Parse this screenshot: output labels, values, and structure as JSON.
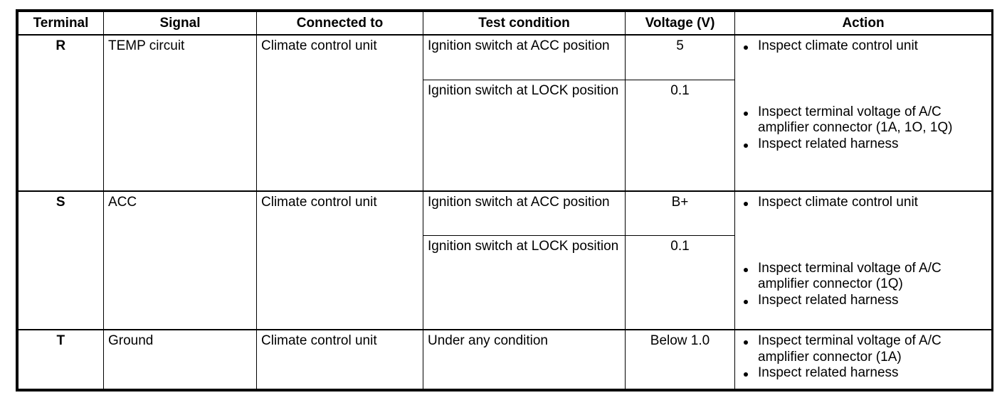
{
  "table": {
    "columns": [
      {
        "key": "terminal",
        "label": "Terminal"
      },
      {
        "key": "signal",
        "label": "Signal"
      },
      {
        "key": "connected_to",
        "label": "Connected to"
      },
      {
        "key": "test_condition",
        "label": "Test condition"
      },
      {
        "key": "voltage",
        "label": "Voltage (V)"
      },
      {
        "key": "action",
        "label": "Action"
      }
    ],
    "rows": [
      {
        "terminal": "R",
        "signal": "TEMP circuit",
        "connected_to": "Climate control unit",
        "conditions": [
          {
            "test_condition": "Ignition switch at ACC position",
            "voltage": "5"
          },
          {
            "test_condition": "Ignition switch at LOCK position",
            "voltage": "0.1"
          }
        ],
        "actions": [
          "Inspect climate control unit",
          "Inspect terminal voltage of A/C amplifier connector (1A, 1O, 1Q)",
          "Inspect related harness"
        ]
      },
      {
        "terminal": "S",
        "signal": "ACC",
        "connected_to": "Climate control unit",
        "conditions": [
          {
            "test_condition": "Ignition switch at ACC position",
            "voltage": "B+"
          },
          {
            "test_condition": "Ignition switch at LOCK position",
            "voltage": "0.1"
          }
        ],
        "actions": [
          "Inspect climate control unit",
          "Inspect terminal voltage of A/C amplifier connector (1Q)",
          "Inspect related harness"
        ]
      },
      {
        "terminal": "T",
        "signal": "Ground",
        "connected_to": "Climate control unit",
        "conditions": [
          {
            "test_condition": "Under any condition",
            "voltage": "Below 1.0"
          }
        ],
        "actions": [
          "Inspect terminal voltage of A/C amplifier connector (1A)",
          "Inspect related harness"
        ]
      }
    ]
  },
  "colors": {
    "ink": "#000000",
    "paper": "#ffffff"
  }
}
